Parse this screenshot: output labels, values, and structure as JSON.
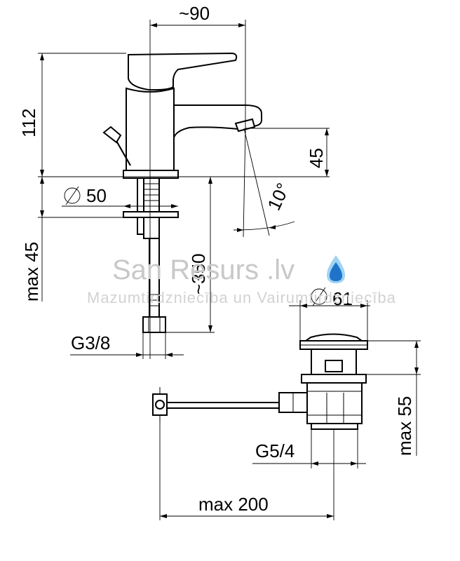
{
  "dimensions": {
    "width_top": "~90",
    "height_body": "112",
    "max_lower_left": "max 45",
    "diameter_base": "50",
    "spout_height": "45",
    "angle": "10°",
    "hose_length": "~350",
    "thread_hose": "G3/8",
    "diameter_waste": "61",
    "waste_height": "max 55",
    "thread_waste": "G5/4",
    "rod_length": "max 200"
  },
  "watermark": {
    "title": "San Resurs .lv",
    "subtitle": "Mazumtirdzniecība un Vairumtirdzniecība"
  },
  "colors": {
    "line": "#000000",
    "watermark_text": "#c8c8c8",
    "drop_light": "#9fd3f2",
    "drop_dark": "#1f74c9"
  }
}
